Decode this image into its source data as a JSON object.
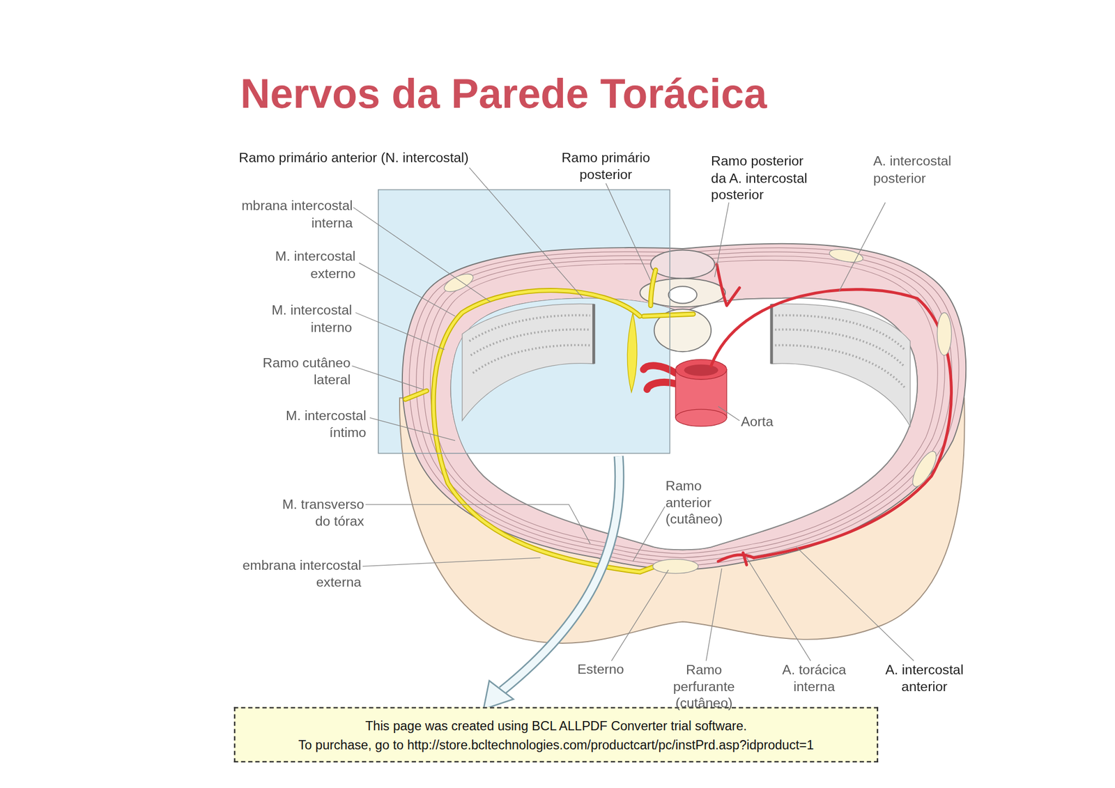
{
  "diagram": {
    "title": "Nervos da Parede Torácica",
    "nodes": [
      {
        "text": [
          "This page was created using BCL ALLPDF Converter trial software.",
          "To purchase, go to http://store.bcltechnologies.com/productcart/pc/instPrd.asp?idproduct=1"
        ]
      }
    ],
    "labels": [
      "Ramo primário anterior (N. intercostal)",
      "Ramo primário posterior",
      "Ramo posterior da A. intercostal posterior",
      "A. intercostal posterior",
      "mbrana intercostal interna",
      "M. intercostal externo",
      "M. intercostal interno",
      "Ramo cutâneo lateral",
      "M. intercostal íntimo",
      "M. transverso do tórax",
      "embrana intercostal externa",
      "Ramo anterior (cutâneo)",
      "Aorta",
      "Esterno",
      "Ramo perfurante (cutâneo)",
      "A. torácica interna",
      "A. intercostal anterior"
    ]
  }
}
